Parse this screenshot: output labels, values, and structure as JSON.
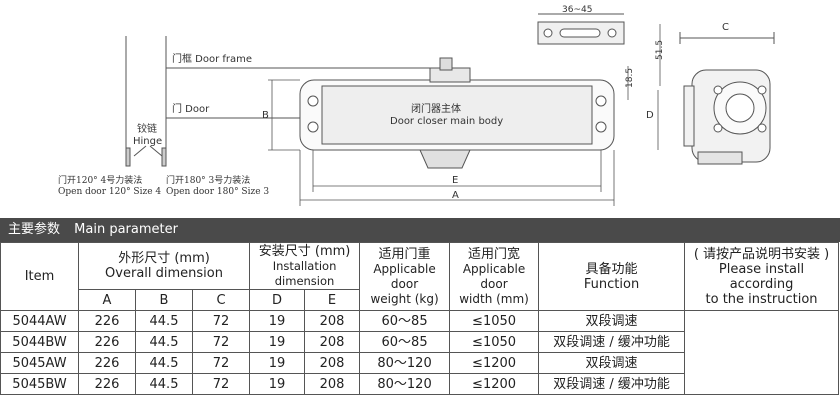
{
  "drawing": {
    "door_frame": "门框 Door frame",
    "door": "门 Door",
    "hinge_cn": "铰链",
    "hinge_en": "Hinge",
    "open120_cn": "门开120° 4号力装法",
    "open120_en": "Open door 120° Size 4",
    "open180_cn": "门开180° 3号力装法",
    "open180_en": "Open door 180° Size 3",
    "body_cn": "闭门器主体",
    "body_en": "Door closer main body",
    "dim_A": "A",
    "dim_B": "B",
    "dim_C": "C",
    "dim_D": "D",
    "dim_E": "E",
    "dim_36_45": "36~45",
    "dim_51_5": "51.5",
    "dim_18_5": "18.5"
  },
  "params": {
    "title_cn": "主要参数",
    "title_en": "Main parameter",
    "headers": {
      "item": "Item",
      "overall_cn": "外形尺寸 (mm)",
      "overall_en": "Overall dimension",
      "install_cn": "安装尺寸 (mm)",
      "install_en": "Installation dimension",
      "weight_cn": "适用门重",
      "weight_en1": "Applicable door",
      "weight_en2": "weight (kg)",
      "width_cn": "适用门宽",
      "width_en1": "Applicable door",
      "width_en2": "width (mm)",
      "function_cn": "具备功能",
      "function_en": "Function",
      "note_cn": "( 请按产品说明书安装 )",
      "note_en1": "Please install according",
      "note_en2": "to the instruction",
      "A": "A",
      "B": "B",
      "C": "C",
      "D": "D",
      "E": "E"
    },
    "rows": [
      {
        "item": "5044AW",
        "A": "226",
        "B": "44.5",
        "C": "72",
        "D": "19",
        "E": "208",
        "weight": "60～85",
        "width": "≤1050",
        "function": "双段调速"
      },
      {
        "item": "5044BW",
        "A": "226",
        "B": "44.5",
        "C": "72",
        "D": "19",
        "E": "208",
        "weight": "60～85",
        "width": "≤1050",
        "function": "双段调速 / 缓冲功能"
      },
      {
        "item": "5045AW",
        "A": "226",
        "B": "44.5",
        "C": "72",
        "D": "19",
        "E": "208",
        "weight": "80～120",
        "width": "≤1200",
        "function": "双段调速"
      },
      {
        "item": "5045BW",
        "A": "226",
        "B": "44.5",
        "C": "72",
        "D": "19",
        "E": "208",
        "weight": "80～120",
        "width": "≤1200",
        "function": "双段调速 / 缓冲功能"
      }
    ]
  }
}
